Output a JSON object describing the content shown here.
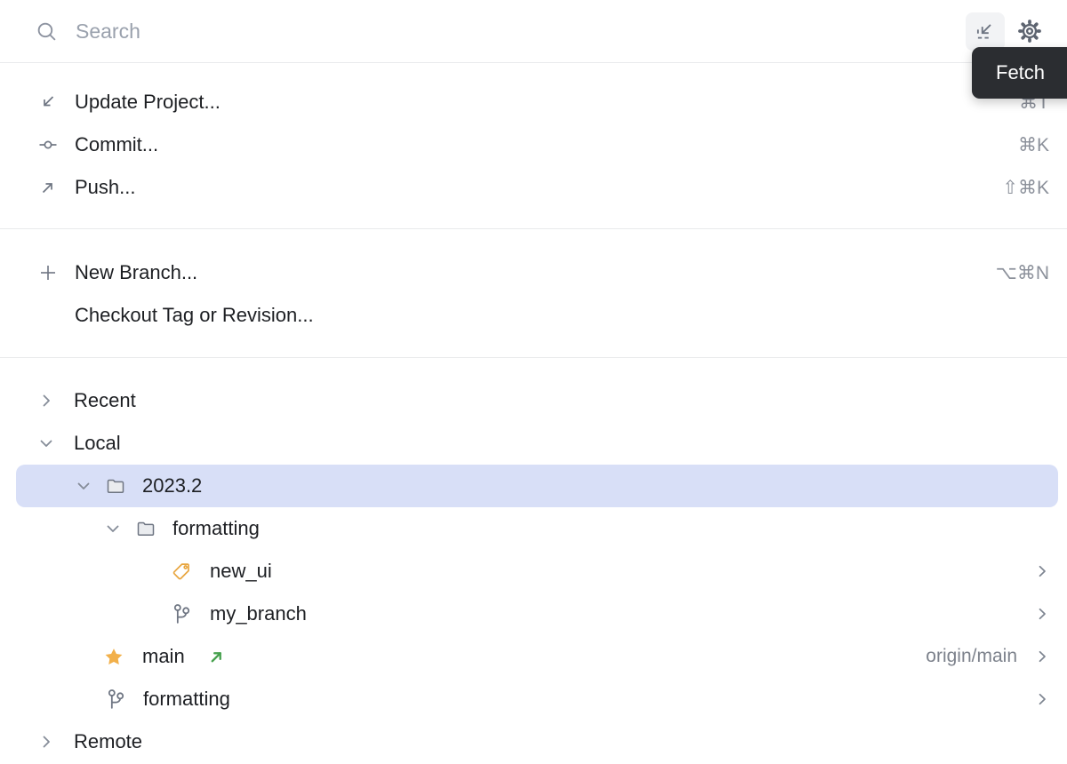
{
  "search": {
    "placeholder": "Search"
  },
  "toolbar": {
    "fetch_tooltip": "Fetch"
  },
  "actions": [
    {
      "label": "Update Project...",
      "shortcut": "⌘T"
    },
    {
      "label": "Commit...",
      "shortcut": "⌘K"
    },
    {
      "label": "Push...",
      "shortcut": "⇧⌘K"
    }
  ],
  "branch_actions": [
    {
      "label": "New Branch...",
      "shortcut": "⌥⌘N"
    },
    {
      "label": "Checkout Tag or Revision...",
      "shortcut": ""
    }
  ],
  "tree": {
    "recent": "Recent",
    "local": "Local",
    "group_2023": "2023.2",
    "group_formatting": "formatting",
    "new_ui": "new_ui",
    "my_branch": "my_branch",
    "main": "main",
    "main_tracking": "origin/main",
    "branch_formatting": "formatting",
    "remote": "Remote"
  },
  "colors": {
    "selection": "#d8dff7",
    "tooltip_bg": "#2b2d31",
    "tag": "#e8a53e",
    "star": "#f2b04a",
    "outgoing_green": "#47a14e"
  }
}
